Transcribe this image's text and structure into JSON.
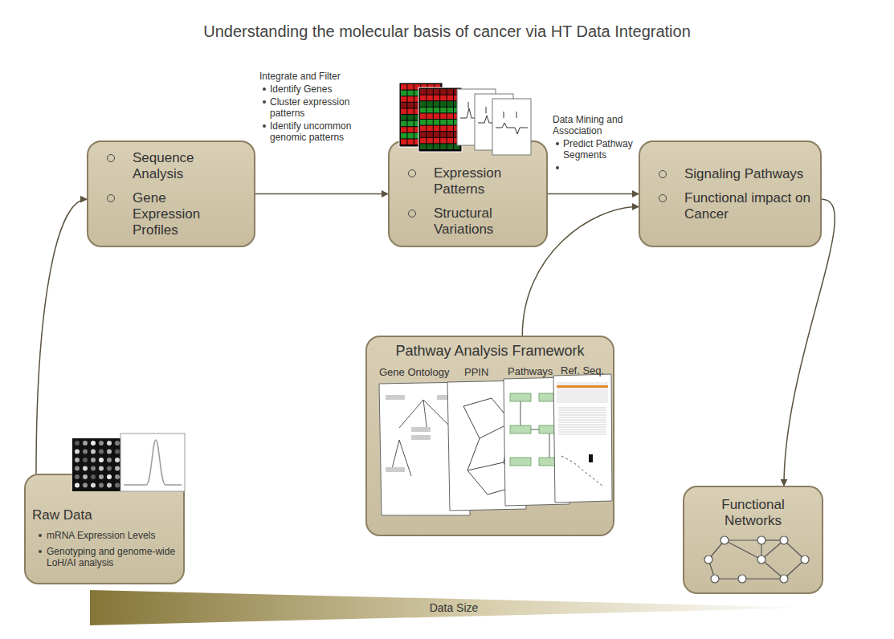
{
  "diagram": {
    "title": "Understanding the molecular basis of cancer via HT Data Integration",
    "nodes": [
      {
        "text": [
          "Raw Data",
          "mRNA Expression Levels",
          "Genotyping and genome-wide LoH/AI analysis"
        ]
      },
      {
        "text": [
          "Sequence Analysis",
          "Gene Expression Profiles"
        ]
      },
      {
        "text": [
          "Expression Patterns",
          "Structural Variations"
        ]
      },
      {
        "text": [
          "Signaling Pathways",
          "Functional impact on Cancer"
        ]
      },
      {
        "text": [
          "Pathway Analysis Framework"
        ]
      },
      {
        "text": [
          "Functional Networks"
        ]
      }
    ],
    "edges": [
      {
        "from": 0,
        "to": 1,
        "arrow": "to"
      },
      {
        "from": 1,
        "to": 2,
        "arrow": "to",
        "label": "Integrate and Filter"
      },
      {
        "from": 2,
        "to": 3,
        "arrow": "to",
        "label": "Data Mining and Association"
      },
      {
        "from": 4,
        "to": 3,
        "arrow": "to"
      },
      {
        "from": 3,
        "to": 5,
        "arrow": "to"
      }
    ],
    "labels": [
      "Identify Genes",
      "Cluster expression patterns",
      "Identify uncommon genomic patterns",
      "Predict Pathway Segments",
      "Gene Ontology",
      "PPIN",
      "Pathways",
      "Ref. Seq.",
      "Data Size"
    ]
  }
}
